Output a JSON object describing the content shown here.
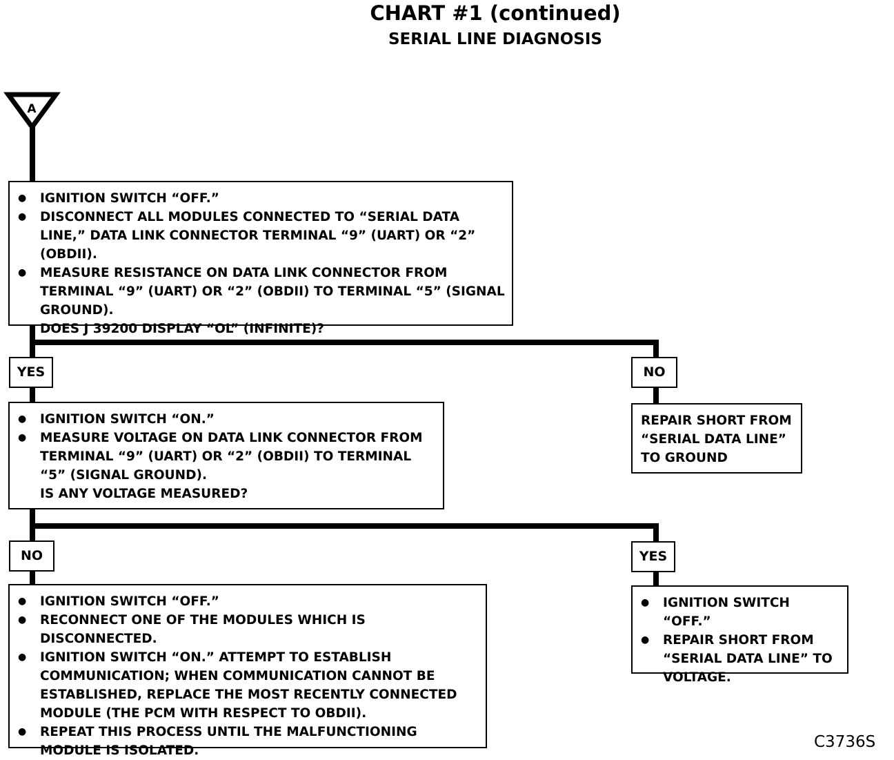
{
  "header": {
    "title": "CHART #1 (continued)",
    "subtitle": "SERIAL LINE DIAGNOSIS"
  },
  "connector": {
    "letter": "A"
  },
  "boxes": {
    "step1": {
      "bullets": [
        "IGNITION SWITCH “OFF.”",
        "DISCONNECT ALL MODULES CONNECTED TO “SERIAL DATA LINE,” DATA LINK CONNECTOR TERMINAL “9” (UART) OR “2” (OBDII).",
        "MEASURE RESISTANCE ON DATA LINK CONNECTOR FROM TERMINAL “9” (UART) OR “2” (OBDII) TO TERMINAL “5” (SIGNAL GROUND)."
      ],
      "question": "DOES J 39200 DISPLAY “OL” (INFINITE)?"
    },
    "step2": {
      "bullets": [
        "IGNITION SWITCH “ON.”",
        "MEASURE VOLTAGE ON DATA LINK CONNECTOR FROM TERMINAL “9” (UART) OR “2” (OBDII) TO TERMINAL “5” (SIGNAL GROUND)."
      ],
      "question": "IS ANY VOLTAGE MEASURED?"
    },
    "repair_ground": {
      "text": "REPAIR SHORT FROM “SERIAL DATA LINE” TO GROUND"
    },
    "step3": {
      "bullets": [
        "IGNITION SWITCH “OFF.”",
        "RECONNECT ONE OF THE MODULES WHICH IS DISCONNECTED.",
        "IGNITION SWITCH “ON.” ATTEMPT TO ESTABLISH COMMUNICATION; WHEN COMMUNICATION CANNOT BE ESTABLISHED, REPLACE THE MOST RECENTLY CONNECTED MODULE (THE PCM WITH RESPECT TO OBDII).",
        "REPEAT THIS PROCESS UNTIL THE MALFUNCTIONING MODULE IS ISOLATED."
      ]
    },
    "repair_voltage": {
      "bullets": [
        "IGNITION SWITCH “OFF.”",
        "REPAIR SHORT FROM “SERIAL DATA LINE” TO VOLTAGE."
      ]
    }
  },
  "labels": {
    "yes_1": "YES",
    "no_1": "NO",
    "no_2": "NO",
    "yes_2": "YES"
  },
  "figure_ref": "C3736S"
}
